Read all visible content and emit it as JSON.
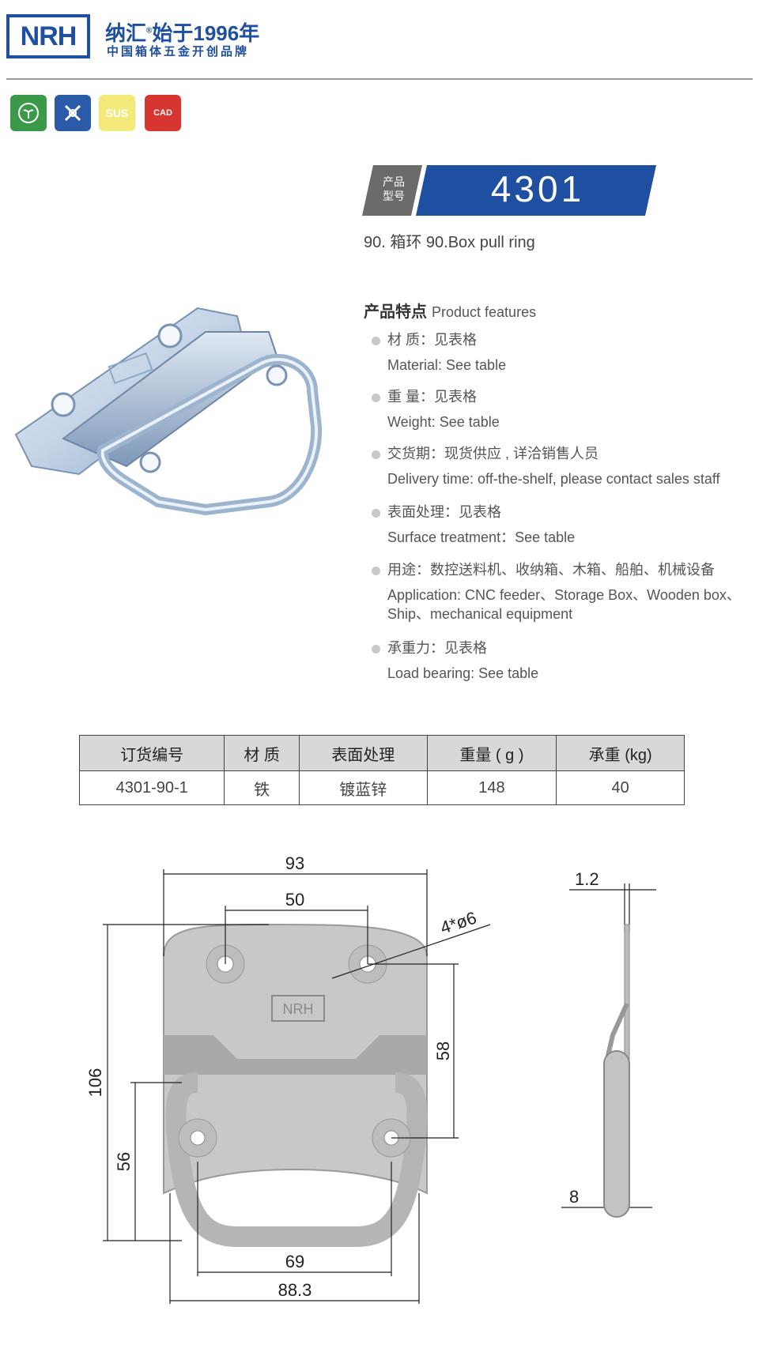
{
  "header": {
    "logo_text": "NRH",
    "brand_main": "纳汇",
    "brand_reg": "®",
    "brand_since": "始于1996年",
    "brand_sub": "中国箱体五金开创品牌"
  },
  "badges": [
    {
      "label": "",
      "icon": "eco-plant-icon",
      "color": "#3a9a47"
    },
    {
      "label": "",
      "icon": "tools-icon",
      "color": "#2b5aa8"
    },
    {
      "label": "SUS",
      "icon": "sus-icon",
      "color": "#f4ea7a"
    },
    {
      "label": "CAD",
      "icon": "cad-icon",
      "color": "#d7352f"
    }
  ],
  "model": {
    "tag_line1": "产品",
    "tag_line2": "型号",
    "number": "4301",
    "tag_color": "#6b6b6b",
    "bar_color": "#1f4fa0"
  },
  "subtitle": "90. 箱环    90.Box pull ring",
  "features": {
    "title_cn": "产品特点",
    "title_en": "Product features",
    "items": [
      {
        "cn": "材  质：见表格",
        "en": "Material: See table"
      },
      {
        "cn": "重  量：见表格",
        "en": " Weight: See table"
      },
      {
        "cn": "交货期：现货供应 , 详洽销售人员",
        "en": "Delivery time: off-the-shelf, please contact sales staff"
      },
      {
        "cn": "表面处理：见表格",
        "en": "Surface treatment：See table"
      },
      {
        "cn": "用途：数控送料机、收纳箱、木箱、船舶、机械设备",
        "en": "Application: CNC feeder、Storage Box、Wooden box、Ship、mechanical equipment"
      },
      {
        "cn": "承重力：见表格",
        "en": "Load bearing: See table"
      }
    ]
  },
  "table": {
    "headers": [
      "订货编号",
      "材    质",
      "表面处理",
      "重量 ( g )",
      "承重 (kg)"
    ],
    "rows": [
      [
        "4301-90-1",
        "铁",
        "镀蓝锌",
        "148",
        "40"
      ]
    ]
  },
  "dimensions": {
    "width_total": "93",
    "hole_spacing_top": "50",
    "holes": "4*ø6",
    "height_total": "106",
    "hole_spacing_vertical": "58",
    "ring_height": "56",
    "ring_inner_width": "69",
    "ring_outer_width": "88.3",
    "thickness": "1.2",
    "wire_diameter": "8"
  }
}
